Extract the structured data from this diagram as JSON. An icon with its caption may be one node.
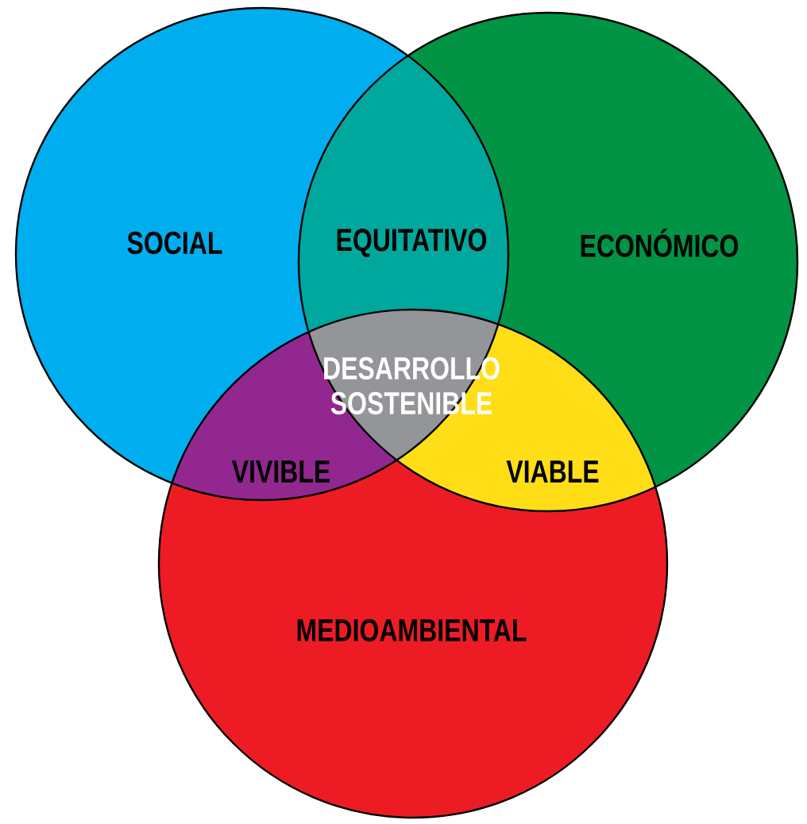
{
  "diagram": {
    "nodes": [
      {
        "text": [
          "SOCIAL"
        ]
      },
      {
        "text": [
          "ECONÓMICO"
        ]
      },
      {
        "text": [
          "MEDIOAMBIENTAL"
        ]
      }
    ],
    "labels": [
      "EQUITATIVO",
      "DESARROLLO SOSTENIBLE",
      "VIVIBLE",
      "VIABLE"
    ]
  }
}
